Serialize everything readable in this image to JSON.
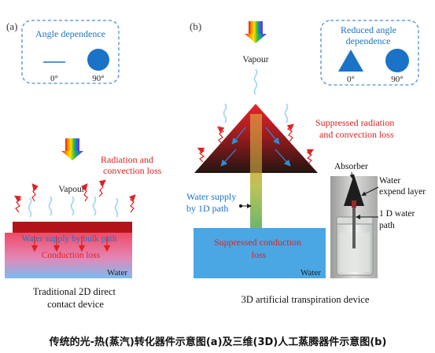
{
  "panel_a": {
    "label": "(a)",
    "legend": {
      "title": "Angle dependence",
      "angle0": "0°",
      "angle90": "90°"
    },
    "vapour": "Vapour",
    "radiation": [
      "Radiation and",
      "convection loss"
    ],
    "water_supply": "Water supply by bulk  path",
    "conduction": "Conduction loss",
    "water": "Water",
    "caption": [
      "Traditional 2D direct",
      "contact device"
    ]
  },
  "panel_b": {
    "label": "(b)",
    "legend": {
      "title": [
        "Reduced angle",
        "dependence"
      ],
      "angle0": "0°",
      "angle90": "90°"
    },
    "vapour": "Vapour",
    "radiation": [
      "Suppressed radiation",
      "and convection loss"
    ],
    "water_supply": [
      "Water supply",
      "by 1D path"
    ],
    "conduction": [
      "Suppressed conduction",
      "loss"
    ],
    "water": "Water",
    "photo": {
      "absorber": "Absorber",
      "expend": [
        "Water",
        "expend layer"
      ],
      "path": [
        "1 D water",
        "path"
      ]
    },
    "caption": "3D artificial transpiration device"
  },
  "figure_caption": "传统的光-热(蒸汽)转化器件示意图(a)及三维(3D)人工蒸腾器件示意图(b)",
  "colors": {
    "legend_border": "#4a8fd0",
    "legend_shape": "#1a73c6",
    "label_blue": "#1a73c6",
    "label_red": "#e02020",
    "vapour_wave": "#a8d8ee",
    "heat_arrow": "#e02020",
    "cone_top": "#e8262a",
    "cone_bottom": "#231510",
    "water_top": "#6fb4ef",
    "water_bottom": "#4aa7e4",
    "slab": "#b3131a"
  }
}
